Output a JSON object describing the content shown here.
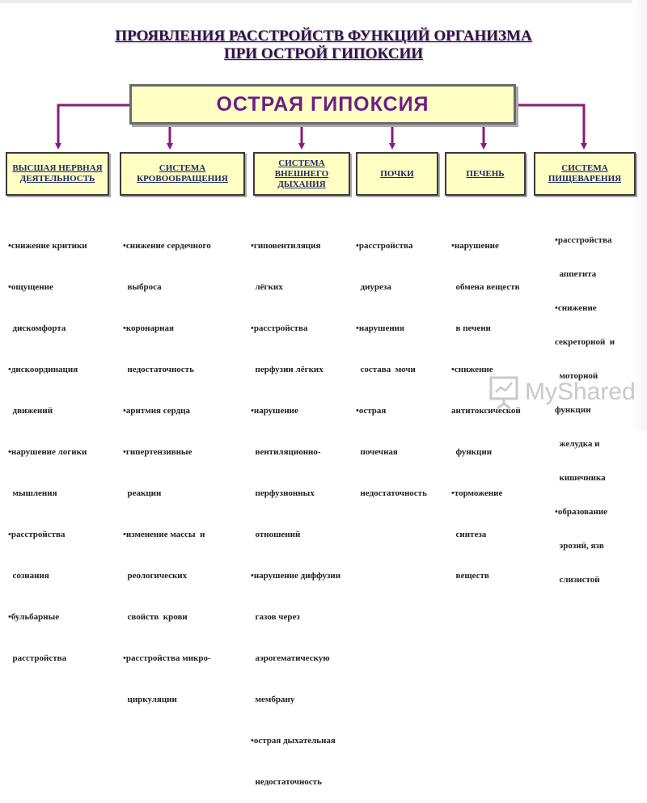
{
  "title": {
    "line1": "ПРОЯВЛЕНИЯ РАССТРОЙСТВ ФУНКЦИЙ ОРГАНИЗМА",
    "line2": "ПРИ ОСТРОЙ ГИПОКСИИ"
  },
  "center": "ОСТРАЯ   ГИПОКСИЯ",
  "categories": [
    {
      "label": "ВЫСШАЯ НЕРВНАЯ ДЕЯТЕЛЬНОСТЬ",
      "items": [
        "•снижение критики",
        "•ощущение",
        "  дискомфорта",
        "•дискоординация",
        "  движений",
        "•нарушение логики",
        "  мышления",
        "•расстройства",
        "  сознания",
        "•бульбарные",
        "  расстройства"
      ]
    },
    {
      "label": "СИСТЕМА КРОВООБРАЩЕНИЯ",
      "items": [
        "•снижение сердечного",
        "  выброса",
        "•коронарная",
        "  недостаточность",
        "•аритмия сердца",
        "•гипертензивные",
        "  реакции",
        "•изменение массы  и",
        "  реологических",
        "  свойств  крови",
        "•расстройства микро-",
        "  циркуляции"
      ]
    },
    {
      "label": "СИСТЕМА ВНЕШНЕГО ДЫХАНИЯ",
      "items": [
        "•гиповентиляция",
        "  лёгких",
        "•расстройства",
        "  перфузии лёгких",
        "•нарушение",
        "  вентиляционно-",
        "  перфузионных",
        "  отношений",
        "•нарушение диффузии",
        "  газов через",
        "  аэрогематическую",
        "  мембрану",
        "•острая дыхательная",
        "  недостаточность"
      ]
    },
    {
      "label": "ПОЧКИ",
      "items": [
        "•расстройства",
        "  диуреза",
        "•нарушения",
        "  состава  мочи",
        "•острая",
        "  почечная",
        "  недостаточность"
      ]
    },
    {
      "label": "ПЕЧЕНЬ",
      "items": [
        "•нарушение",
        "  обмена веществ",
        "  в печени",
        "•снижение",
        "антитоксической",
        "  функции",
        "•торможение",
        "  синтеза",
        "  веществ"
      ]
    },
    {
      "label": "СИСТЕМА ПИЩЕВАРЕНИЯ",
      "items": [
        "•расстройства",
        "  аппетита",
        "•снижение",
        "секреторной  и",
        "  моторной",
        "функции",
        "  желудка и",
        "  кишечника",
        "•образование",
        "  эрозий, язв",
        "  слизистой"
      ]
    }
  ],
  "watermark": "MyShared",
  "colors": {
    "box_fill": "#ffffc4",
    "connector": "#8b1a7a",
    "title_text": "#2b1540",
    "center_text": "#6a1f8a",
    "category_text": "#1e2a66"
  }
}
